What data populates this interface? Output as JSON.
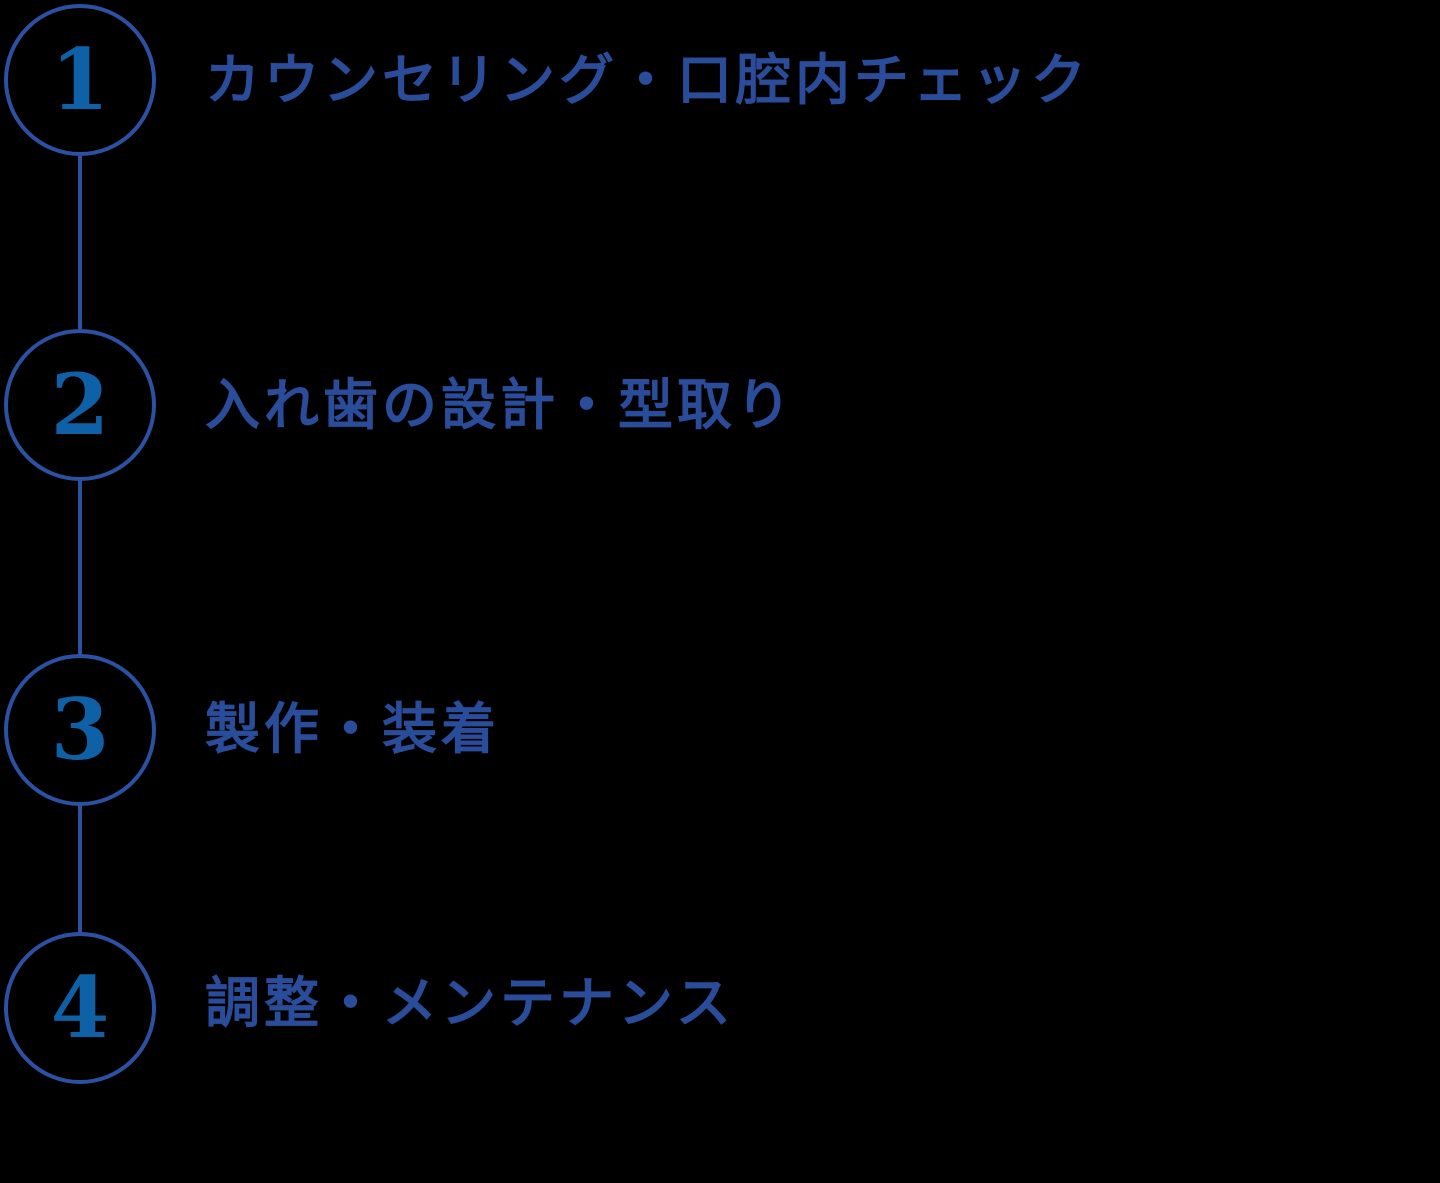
{
  "flow": {
    "title_semantic": "denture-treatment-flow",
    "colors": {
      "background": "#000000",
      "circle_stroke": "#2b51a3",
      "connector_line": "#2b51a3",
      "step_number": "#0e61a6",
      "label_text": "#2a4d9b"
    },
    "steps": [
      {
        "number": "1",
        "label": "カウンセリング・口腔内チェック"
      },
      {
        "number": "2",
        "label": "入れ歯の設計・型取り"
      },
      {
        "number": "3",
        "label": "製作・装着"
      },
      {
        "number": "4",
        "label": "調整・メンテナンス"
      }
    ]
  }
}
